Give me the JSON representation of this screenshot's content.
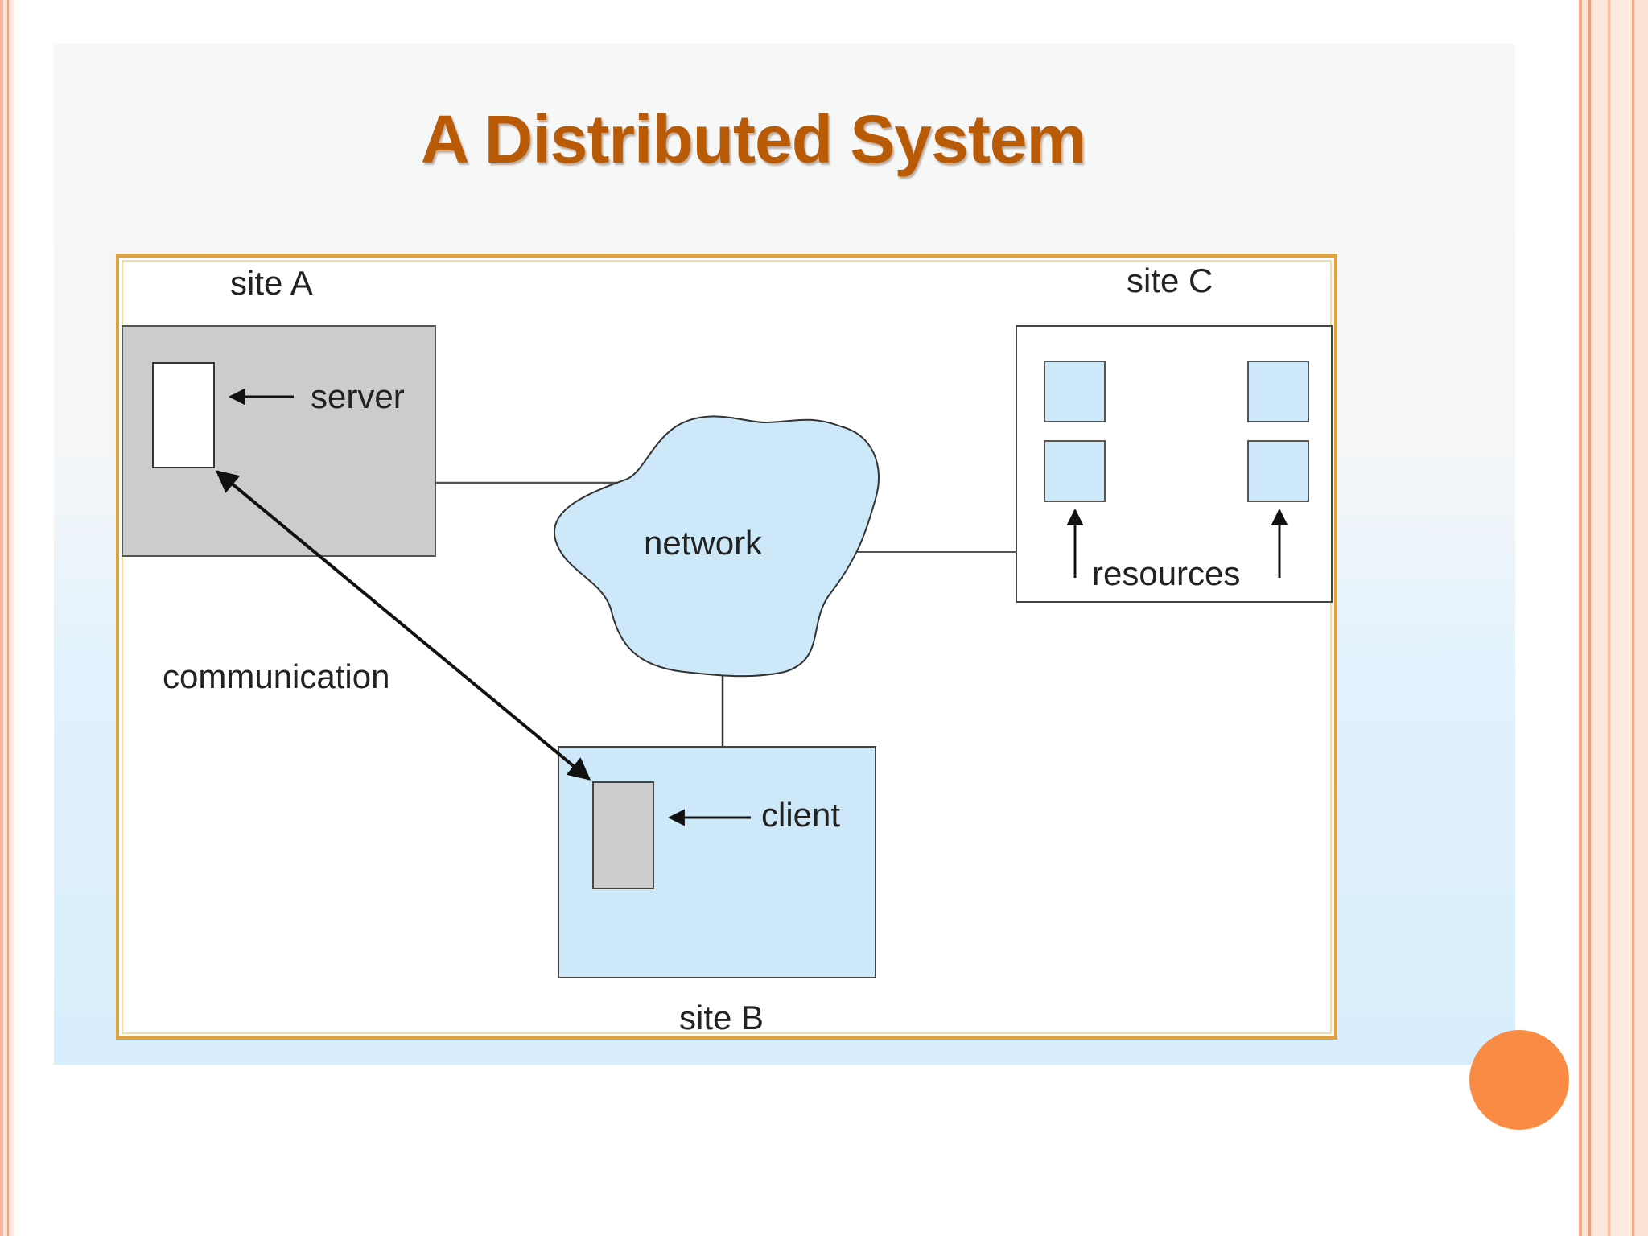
{
  "slide": {
    "title": "A Distributed System"
  },
  "diagram": {
    "site_a": "site A",
    "site_b": "site B",
    "site_c": "site C",
    "server": "server",
    "client": "client",
    "network": "network",
    "resources": "resources",
    "communication": "communication"
  },
  "colors": {
    "title": "#b85a06",
    "frame_border": "#e0a23a",
    "site_a_fill": "#cccccc",
    "site_b_fill": "#cde9f9",
    "network_fill": "#cde9f9",
    "resource_fill": "#cde9f9",
    "accent_dot": "#f98b45"
  }
}
